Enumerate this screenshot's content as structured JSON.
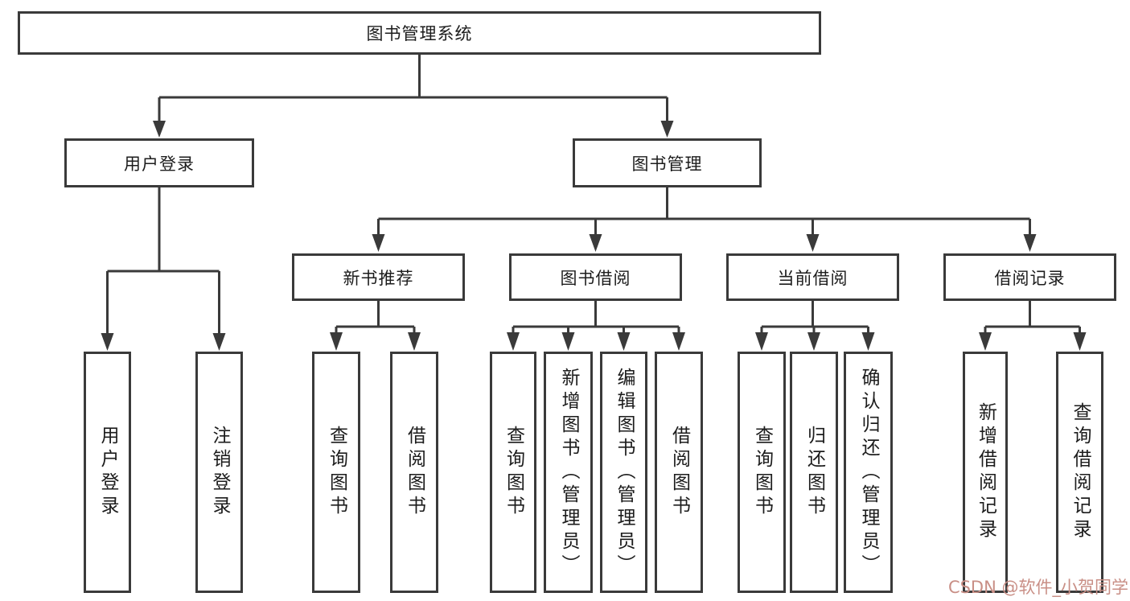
{
  "colors": {
    "line": "#3a3a3a",
    "text": "#1c1c1c",
    "bg": "#ffffff",
    "watermark": "#c98f86"
  },
  "nodes": {
    "root": "图书管理系统",
    "user_login": "用户登录",
    "book_management": "图书管理",
    "new_book_recommend": "新书推荐",
    "book_borrow": "图书借阅",
    "current_borrow": "当前借阅",
    "borrow_record": "借阅记录",
    "leaf_user_login": "用户登录",
    "leaf_logout": "注销登录",
    "nb_query_book": "查询图书",
    "nb_borrow_book": "借阅图书",
    "bb_query_book": "查询图书",
    "bb_add_book": "新增图书（管理员）",
    "bb_edit_book": "编辑图书（管理员）",
    "bb_borrow_book": "借阅图书",
    "cb_query_book": "查询图书",
    "cb_return_book": "归还图书",
    "cb_confirm_return": "确认归还（管理员）",
    "br_add_record": "新增借阅记录",
    "br_query_record": "查询借阅记录"
  },
  "hierarchy": {
    "图书管理系统": {
      "用户登录": [
        "用户登录",
        "注销登录"
      ],
      "图书管理": {
        "新书推荐": [
          "查询图书",
          "借阅图书"
        ],
        "图书借阅": [
          "查询图书",
          "新增图书（管理员）",
          "编辑图书（管理员）",
          "借阅图书"
        ],
        "当前借阅": [
          "查询图书",
          "归还图书",
          "确认归还（管理员）"
        ],
        "借阅记录": [
          "新增借阅记录",
          "查询借阅记录"
        ]
      }
    }
  },
  "watermark": "CSDN @软件_小贺同学"
}
